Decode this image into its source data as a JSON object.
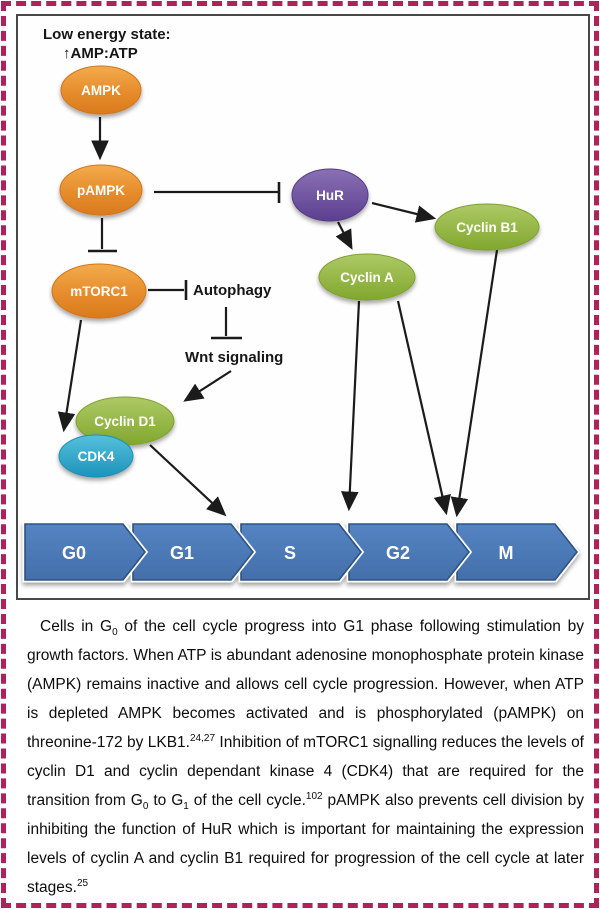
{
  "figure": {
    "energy_state_label": {
      "line1": "Low energy state:",
      "line2": "↑AMP:ATP"
    },
    "nodes": {
      "ampk": {
        "label": "AMPK",
        "color": "#E5882B"
      },
      "pampk": {
        "label": "pAMPK",
        "color": "#E5882B"
      },
      "mtorc1": {
        "label": "mTORC1",
        "color": "#E5882B"
      },
      "hur": {
        "label": "HuR",
        "color": "#6A4D9E"
      },
      "cyclin_a": {
        "label": "Cyclin A",
        "color": "#93B83F"
      },
      "cyclin_b1": {
        "label": "Cyclin B1",
        "color": "#93B83F"
      },
      "cyclin_d1": {
        "label": "Cyclin D1",
        "color": "#93B83F"
      },
      "cdk4": {
        "label": "CDK4",
        "color": "#2EA6CB"
      }
    },
    "process_labels": {
      "autophagy": "Autophagy",
      "wnt_signaling": "Wnt signaling"
    },
    "cell_cycle_stages": [
      "G0",
      "G1",
      "S",
      "G2",
      "M"
    ],
    "edges": [
      {
        "from": "AMPK",
        "to": "pAMPK",
        "type": "activation"
      },
      {
        "from": "pAMPK",
        "to": "HuR",
        "type": "inhibition"
      },
      {
        "from": "pAMPK",
        "to": "mTORC1",
        "type": "inhibition"
      },
      {
        "from": "mTORC1",
        "to": "Autophagy",
        "type": "inhibition"
      },
      {
        "from": "Autophagy",
        "to": "Wnt signaling",
        "type": "inhibition"
      },
      {
        "from": "Wnt signaling",
        "to": "Cyclin D1",
        "type": "activation"
      },
      {
        "from": "mTORC1",
        "to": "CDK4",
        "type": "activation"
      },
      {
        "from": "Cyclin D1",
        "to": "G1/S boundary",
        "type": "activation"
      },
      {
        "from": "HuR",
        "to": "Cyclin B1",
        "type": "activation"
      },
      {
        "from": "HuR",
        "to": "Cyclin A",
        "type": "activation"
      },
      {
        "from": "Cyclin A",
        "to": "S/G2 boundary",
        "type": "activation"
      },
      {
        "from": "Cyclin A",
        "to": "G2/M boundary",
        "type": "activation"
      },
      {
        "from": "Cyclin B1",
        "to": "G2/M boundary",
        "type": "activation"
      }
    ],
    "colors": {
      "frame_pink": "#AE2159",
      "inner_border": "#484848",
      "stage_blue": "#4C7CBB"
    }
  },
  "caption": {
    "segments": [
      {
        "t": "Cells in G"
      },
      {
        "sub": "0"
      },
      {
        "t": " of the cell cycle progress into G1 phase following stimulation by growth factors.  When ATP is abundant adenosine monophosphate protein kinase (AMPK) remains inactive and allows cell cycle progression.  However, when ATP is depleted AMPK becomes activated and is phosphorylated (pAMPK) on threonine-172 by LKB1."
      },
      {
        "sup": "24,27"
      },
      {
        "t": "  Inhibition of mTORC1 signalling reduces the levels of cyclin D1 and cyclin dependant kinase 4 (CDK4) that are required for the transition from G"
      },
      {
        "sub": "0"
      },
      {
        "t": " to G"
      },
      {
        "sub": "1"
      },
      {
        "t": " of the cell cycle."
      },
      {
        "sup": "102"
      },
      {
        "t": "  pAMPK also prevents cell division by inhibiting the function of HuR which is important for maintaining the expression levels of cyclin A and cyclin B1 required for progression of the cell cycle at later stages."
      },
      {
        "sup": "25"
      }
    ]
  }
}
